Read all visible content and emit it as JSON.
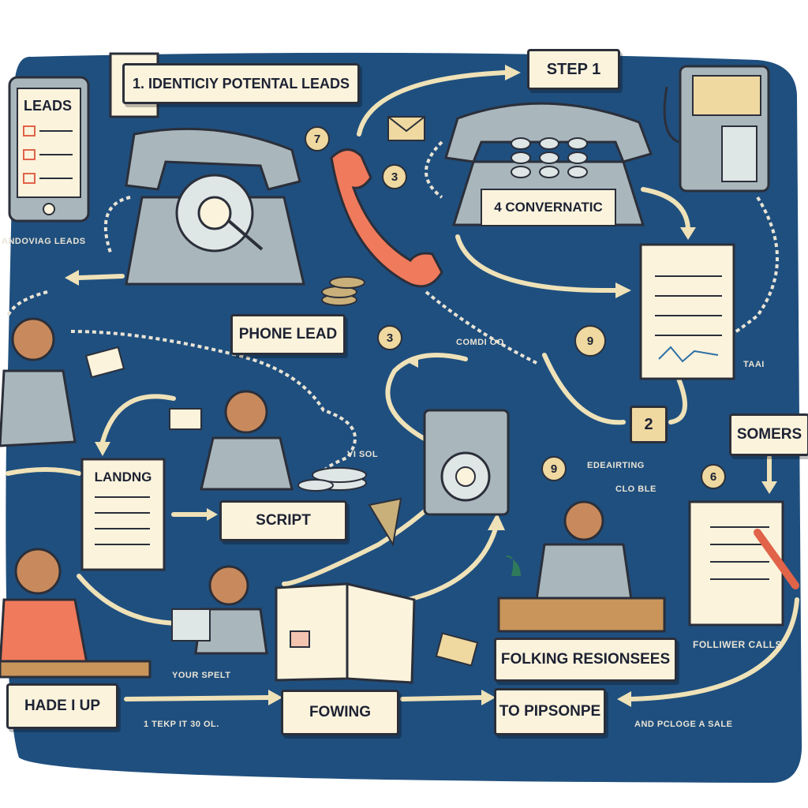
{
  "labels": {
    "step1": "1.  IDENTICIY POTENTAL LEADS",
    "step_top": "STEP 1",
    "convo": "4 CONVERNATIC",
    "phone_lead": "PHONE LEAD",
    "landing": "LANDNG",
    "script": "SCRIPT",
    "somers": "SOMERS",
    "folking": "FOLKING RESIONSEES",
    "hade_up": "HADE I UP",
    "fowing": "FOWING",
    "pipsonpe": "TO PIPSONPE"
  },
  "captions": {
    "leads_screen": "LEADS",
    "andoving": "ANDOVIAG LEADS",
    "comidi": "COMDI OO",
    "taai": "TAAI",
    "vi_sol": "VI SOL",
    "edeairting": "EDEAIRTING",
    "clo_ble": "CLO BLE",
    "follwer": "FOLLIWER CALLS",
    "your_spelt": "YOUR SPELT",
    "tekp": "1 TEKP IT 30 OL.",
    "andp": "AND PCLOGE A SALE"
  },
  "numbers": {
    "n7": "7",
    "n3a": "3",
    "n3b": "3",
    "n9": "9",
    "n2": "2",
    "n9b": "9",
    "n6": "6"
  },
  "colors": {
    "board": "#1f4f7e",
    "paper": "#fbf3dc",
    "arrow": "#efe2b8",
    "phone": "#a9b7bd",
    "handset": "#f07a5c"
  }
}
